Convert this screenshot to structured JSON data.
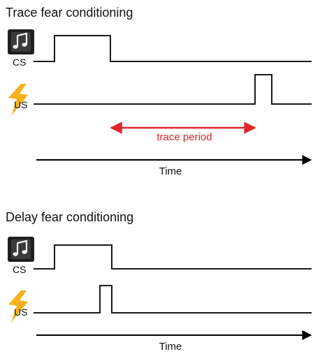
{
  "colors": {
    "trace_arrow": "#e0262b",
    "us_bolt": "#f5b21c",
    "cs_icon_bg": "#1f1f1f",
    "cs_icon_note": "#f2f2f2",
    "signal_line": "#1a1a1a"
  },
  "icons": {
    "cs": "music-note-icon",
    "us": "lightning-bolt-icon"
  },
  "trace_panel": {
    "title": "Trace fear conditioning",
    "cs_label": "CS",
    "us_label": "US",
    "trace_label": "trace period",
    "time_label": "Time"
  },
  "delay_panel": {
    "title": "Delay fear conditioning",
    "cs_label": "CS",
    "us_label": "US",
    "time_label": "Time"
  }
}
